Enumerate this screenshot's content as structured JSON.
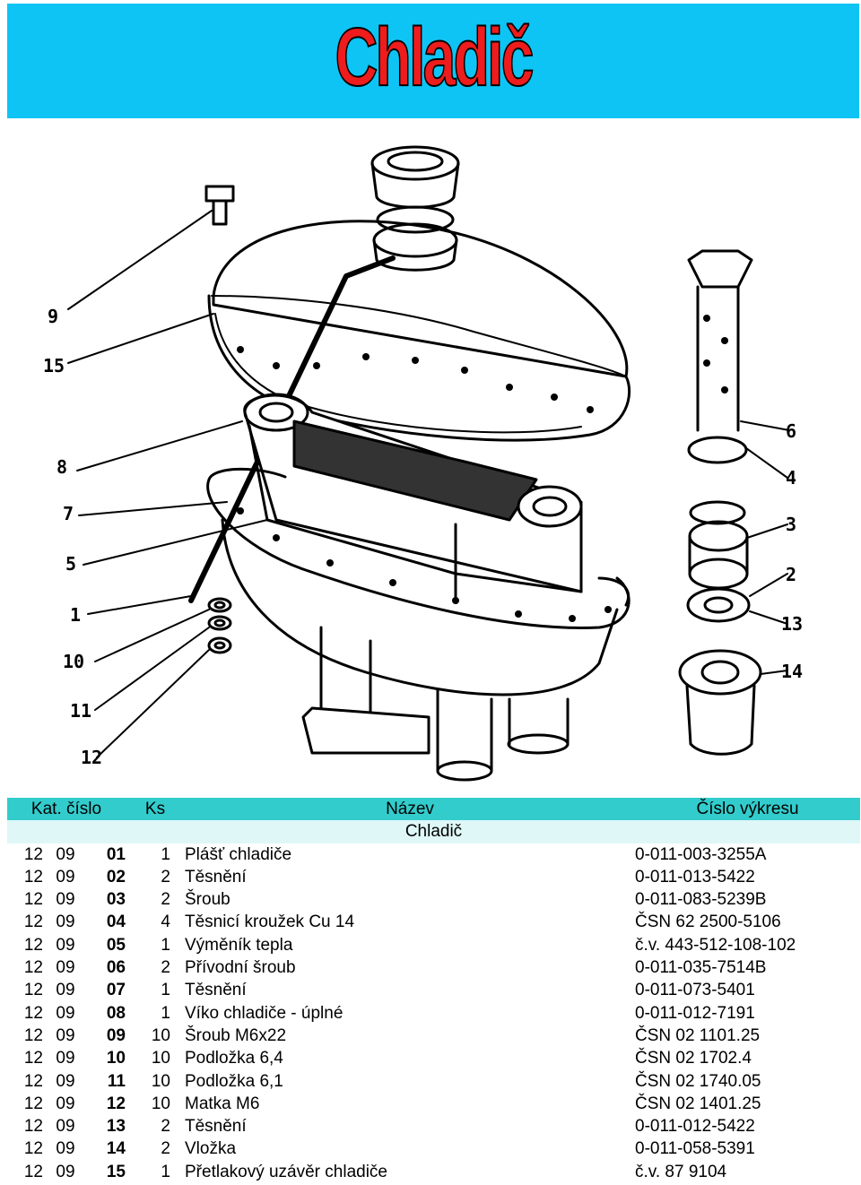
{
  "header": {
    "title": "Chladič"
  },
  "callouts": [
    "9",
    "15",
    "8",
    "7",
    "5",
    "1",
    "10",
    "11",
    "12",
    "6",
    "4",
    "3",
    "2",
    "13",
    "14"
  ],
  "table": {
    "columns": [
      "Kat. číslo",
      "Ks",
      "Název",
      "Číslo výkresu"
    ],
    "section": "Chladič",
    "rows": [
      {
        "a": "12",
        "b": "09",
        "c": "01",
        "qty": "1",
        "name": "Plášť chladiče",
        "drawing": "0-011-003-3255A"
      },
      {
        "a": "12",
        "b": "09",
        "c": "02",
        "qty": "2",
        "name": "Těsnění",
        "drawing": "0-011-013-5422"
      },
      {
        "a": "12",
        "b": "09",
        "c": "03",
        "qty": "2",
        "name": "Šroub",
        "drawing": "0-011-083-5239B"
      },
      {
        "a": "12",
        "b": "09",
        "c": "04",
        "qty": "4",
        "name": "Těsnicí kroužek Cu 14",
        "drawing": "ČSN 62 2500-5106"
      },
      {
        "a": "12",
        "b": "09",
        "c": "05",
        "qty": "1",
        "name": "Výměník tepla",
        "drawing": "č.v. 443-512-108-102"
      },
      {
        "a": "12",
        "b": "09",
        "c": "06",
        "qty": "2",
        "name": "Přívodní šroub",
        "drawing": "0-011-035-7514B"
      },
      {
        "a": "12",
        "b": "09",
        "c": "07",
        "qty": "1",
        "name": "Těsnění",
        "drawing": "0-011-073-5401"
      },
      {
        "a": "12",
        "b": "09",
        "c": "08",
        "qty": "1",
        "name": "Víko chladiče - úplné",
        "drawing": "0-011-012-7191"
      },
      {
        "a": "12",
        "b": "09",
        "c": "09",
        "qty": "10",
        "name": "Šroub M6x22",
        "drawing": "ČSN 02 1101.25"
      },
      {
        "a": "12",
        "b": "09",
        "c": "10",
        "qty": "10",
        "name": "Podložka 6,4",
        "drawing": "ČSN 02 1702.4"
      },
      {
        "a": "12",
        "b": "09",
        "c": "11",
        "qty": "10",
        "name": "Podložka 6,1",
        "drawing": "ČSN 02 1740.05"
      },
      {
        "a": "12",
        "b": "09",
        "c": "12",
        "qty": "10",
        "name": "Matka M6",
        "drawing": "ČSN 02 1401.25"
      },
      {
        "a": "12",
        "b": "09",
        "c": "13",
        "qty": "2",
        "name": "Těsnění",
        "drawing": "0-011-012-5422"
      },
      {
        "a": "12",
        "b": "09",
        "c": "14",
        "qty": "2",
        "name": "Vložka",
        "drawing": "0-011-058-5391"
      },
      {
        "a": "12",
        "b": "09",
        "c": "15",
        "qty": "1",
        "name": "Přetlakový uzávěr chladiče",
        "drawing": "č.v. 87 9104"
      }
    ]
  },
  "colors": {
    "header_bg": "#0ec4f4",
    "title": "#ee1c1c",
    "table_head": "#33cccc",
    "table_section": "#dff7f7"
  }
}
